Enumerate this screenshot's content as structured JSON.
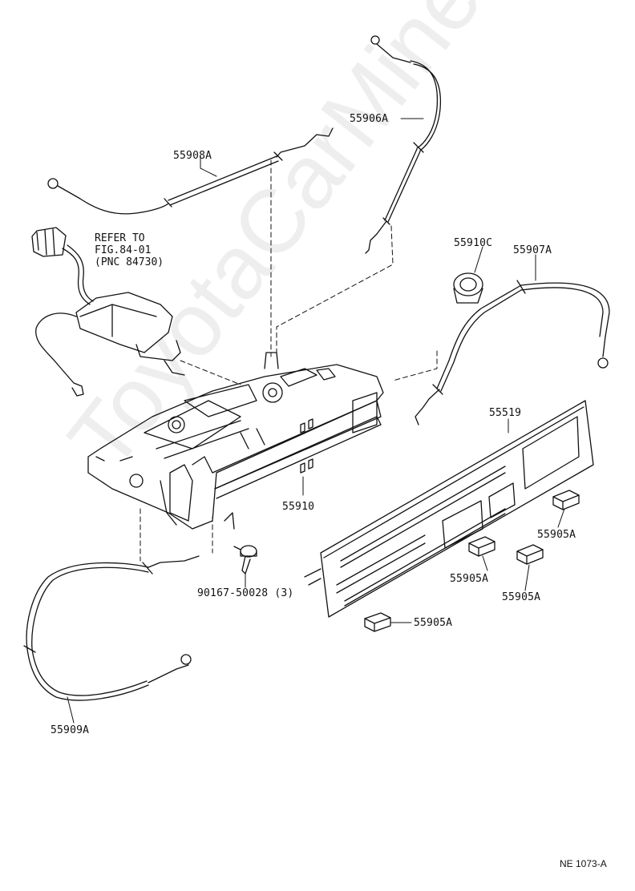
{
  "watermark": "ToyotaCarMine.ru",
  "figure_code": "NE 1073-A",
  "refer_note": [
    "REFER TO",
    "FIG.84-01",
    "(PNC 84730)"
  ],
  "labels": {
    "l55906A": "55906A",
    "l55908A": "55908A",
    "l55910C": "55910C",
    "l55907A": "55907A",
    "l55519": "55519",
    "l55910": "55910",
    "l55905A_1": "55905A",
    "l55905A_2": "55905A",
    "l55905A_3": "55905A",
    "l55905A_4": "55905A",
    "l90167": "90167-50028 (3)",
    "l55909A": "55909A"
  }
}
